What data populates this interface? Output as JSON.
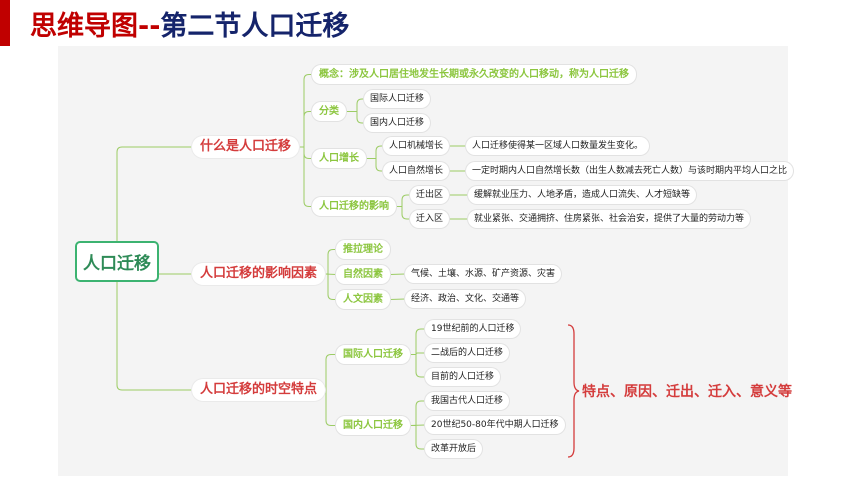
{
  "header": {
    "title_part1": "思维导图--",
    "title_part2": "第二节人口迁移"
  },
  "colors": {
    "accent": "#c00000",
    "title": "#15246b",
    "root": "#2e8b57",
    "level1": "#d43c3c",
    "level2": "#8cc63f",
    "line": "#9ccc65"
  },
  "mindmap": {
    "root": "人口迁移",
    "branches": [
      {
        "label": "什么是人口迁移",
        "children": [
          {
            "label": "概念：涉及人口居住地发生长期或永久改变的人口移动，称为人口迁移"
          },
          {
            "label": "分类",
            "children": [
              {
                "label": "国际人口迁移"
              },
              {
                "label": "国内人口迁移"
              }
            ]
          },
          {
            "label": "人口增长",
            "children": [
              {
                "label": "人口机械增长",
                "detail": "人口迁移使得某一区域人口数量发生变化。"
              },
              {
                "label": "人口自然增长",
                "detail": "一定时期内人口自然增长数（出生人数减去死亡人数）与该时期内平均人口之比"
              }
            ]
          },
          {
            "label": "人口迁移的影响",
            "children": [
              {
                "label": "迁出区",
                "detail": "缓解就业压力、人地矛盾，造成人口流失、人才短缺等"
              },
              {
                "label": "迁入区",
                "detail": "就业紧张、交通拥挤、住房紧张、社会治安，提供了大量的劳动力等"
              }
            ]
          }
        ]
      },
      {
        "label": "人口迁移的影响因素",
        "children": [
          {
            "label": "推拉理论"
          },
          {
            "label": "自然因素",
            "detail": "气候、土壤、水源、矿产资源、灾害"
          },
          {
            "label": "人文因素",
            "detail": "经济、政治、文化、交通等"
          }
        ]
      },
      {
        "label": "人口迁移的时空特点",
        "children": [
          {
            "label": "国际人口迁移",
            "children": [
              {
                "label": "19世纪前的人口迁移"
              },
              {
                "label": "二战后的人口迁移"
              },
              {
                "label": "目前的人口迁移"
              }
            ]
          },
          {
            "label": "国内人口迁移",
            "children": [
              {
                "label": "我国古代人口迁移"
              },
              {
                "label": "20世纪50-80年代中期人口迁移"
              },
              {
                "label": "改革开放后"
              }
            ]
          }
        ],
        "summary": "特点、原因、迁出、迁入、意义等"
      }
    ]
  }
}
